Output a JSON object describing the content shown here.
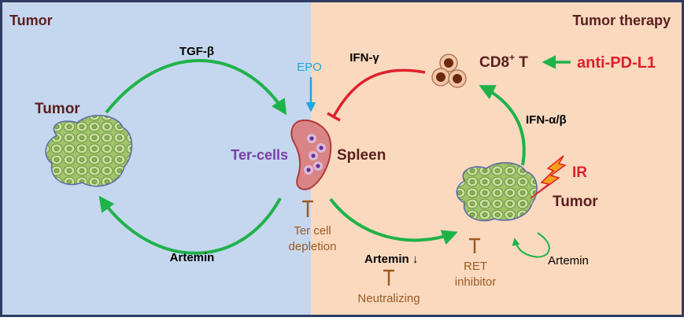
{
  "panels": {
    "left_title": "Tumor",
    "right_title": "Tumor therapy"
  },
  "labels": {
    "tumor_left": "Tumor",
    "tgf_beta": "TGF-β",
    "artemin_left": "Artemin",
    "epo": "EPO",
    "ifn_gamma": "IFN-γ",
    "ter_cells": "Ter-cells",
    "spleen": "Spleen",
    "cd8_main": "CD8",
    "cd8_sup": "+",
    "cd8_t": " T",
    "anti_pd_l1": "anti-PD-L1",
    "ifn_alpha_beta": "IFN-α/β",
    "ir": "IR",
    "tumor_right": "Tumor",
    "ter_depletion_1": "Ter cell",
    "ter_depletion_2": "depletion",
    "artemin_down": "Artemin ↓",
    "neutralizing": "Neutralizing",
    "ret_1": "RET",
    "ret_2": "inhibitor",
    "artemin_loop": "Artemin"
  },
  "colors": {
    "left_bg": "#c5d7ee",
    "right_bg": "#fbd9bf",
    "frame": "#2f3b63",
    "arrow_green": "#1fb24a",
    "inhibit_red": "#e0202a",
    "epo_blue": "#1ea7e0",
    "ter_purple": "#7a3ea8",
    "title_brown": "#5a1e1e",
    "inhibitor_brown": "#9c5a22",
    "spleen_fill": "#d98585",
    "tumor_fill": "#b5d48c",
    "cd8_fill": "#6b2a0e"
  }
}
